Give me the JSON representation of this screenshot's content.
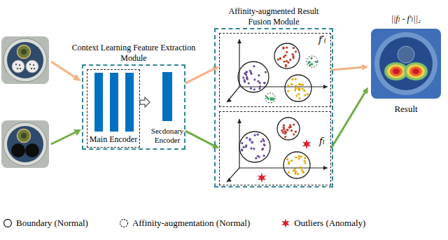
{
  "diagram": {
    "nodes": [
      {
        "text": [
          "Context Learning Feature Extraction Module"
        ]
      },
      {
        "text": [
          "Main Encoder"
        ],
        "in": 0
      },
      {
        "text": [
          "Secdonary Encoder"
        ],
        "in": 0
      },
      {
        "text": [
          "Affinity-augmented Result Fusion Module"
        ]
      },
      {
        "text": [
          "f′ₗ"
        ],
        "in": 3
      },
      {
        "text": [
          "fₗ"
        ],
        "in": 3
      },
      {
        "text": [
          "||fₗ - f′ₗ||₂",
          "Result"
        ]
      }
    ],
    "edges": [
      {
        "from": 0,
        "to": 4,
        "arrow": "to"
      },
      {
        "from": 0,
        "to": 5,
        "arrow": "to"
      },
      {
        "from": 4,
        "to": 6,
        "arrow": "to"
      },
      {
        "from": 5,
        "to": 6,
        "arrow": "to"
      },
      {
        "from": 1,
        "to": 2,
        "arrow": "to"
      }
    ],
    "legend": [
      {
        "text": "Boundary (Normal)"
      },
      {
        "text": "Affinity-augmentation (Normal)"
      },
      {
        "text": "Outliers (Anomaly)"
      }
    ]
  }
}
